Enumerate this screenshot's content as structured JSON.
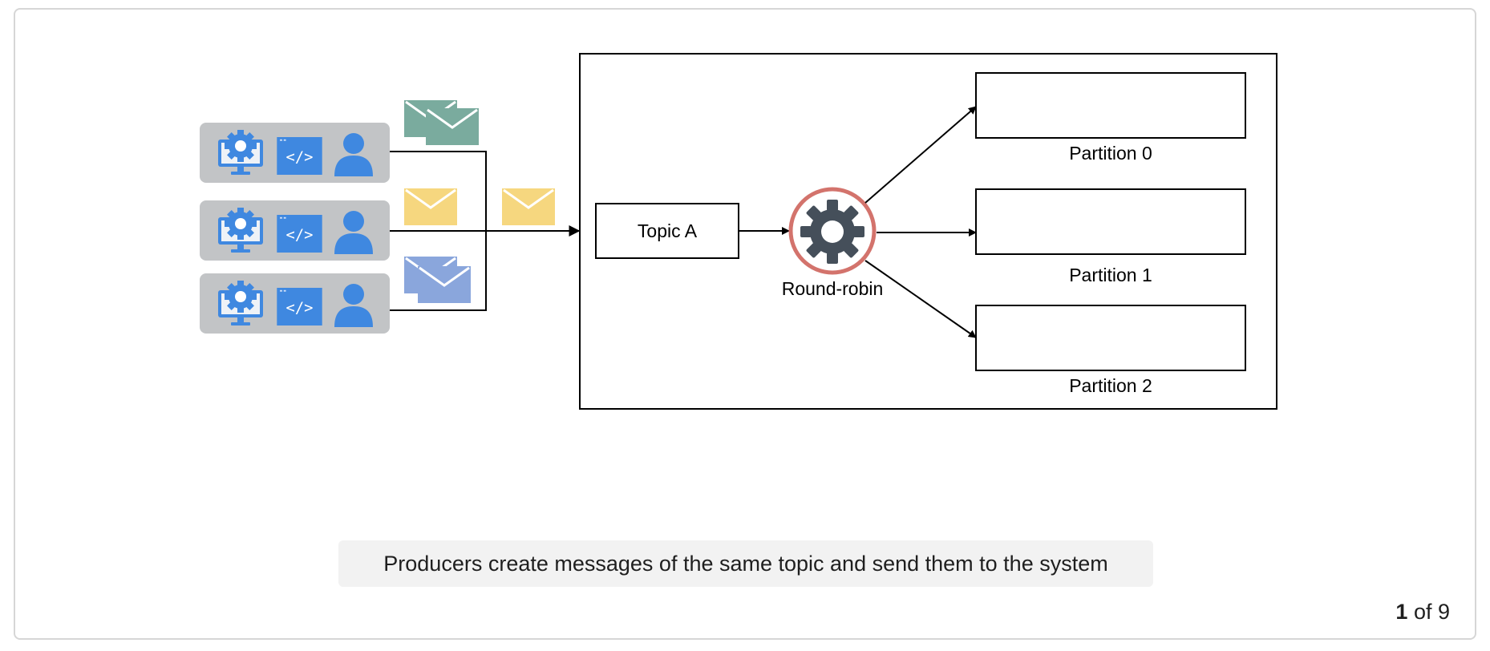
{
  "diagram": {
    "topic_label": "Topic A",
    "dispatcher_label": "Round-robin",
    "partitions": [
      {
        "label": "Partition 0"
      },
      {
        "label": "Partition 1"
      },
      {
        "label": "Partition 2"
      }
    ],
    "producers": [
      {
        "icons": [
          "monitor-gear-icon",
          "code-window-icon",
          "user-icon"
        ],
        "message_color": "#7aab9e"
      },
      {
        "icons": [
          "monitor-gear-icon",
          "code-window-icon",
          "user-icon"
        ],
        "message_color": "#f6d77f"
      },
      {
        "icons": [
          "monitor-gear-icon",
          "code-window-icon",
          "user-icon"
        ],
        "message_color": "#8aa6dc"
      }
    ],
    "colors": {
      "producer_bg": "#c2c4c6",
      "icon_blue": "#3f88e0",
      "gear_dark": "#454f5a",
      "ring_red": "#d3736c"
    }
  },
  "caption": "Producers create messages of the same topic and send them to the system",
  "pager": {
    "current": "1",
    "of_text": "of 9"
  }
}
